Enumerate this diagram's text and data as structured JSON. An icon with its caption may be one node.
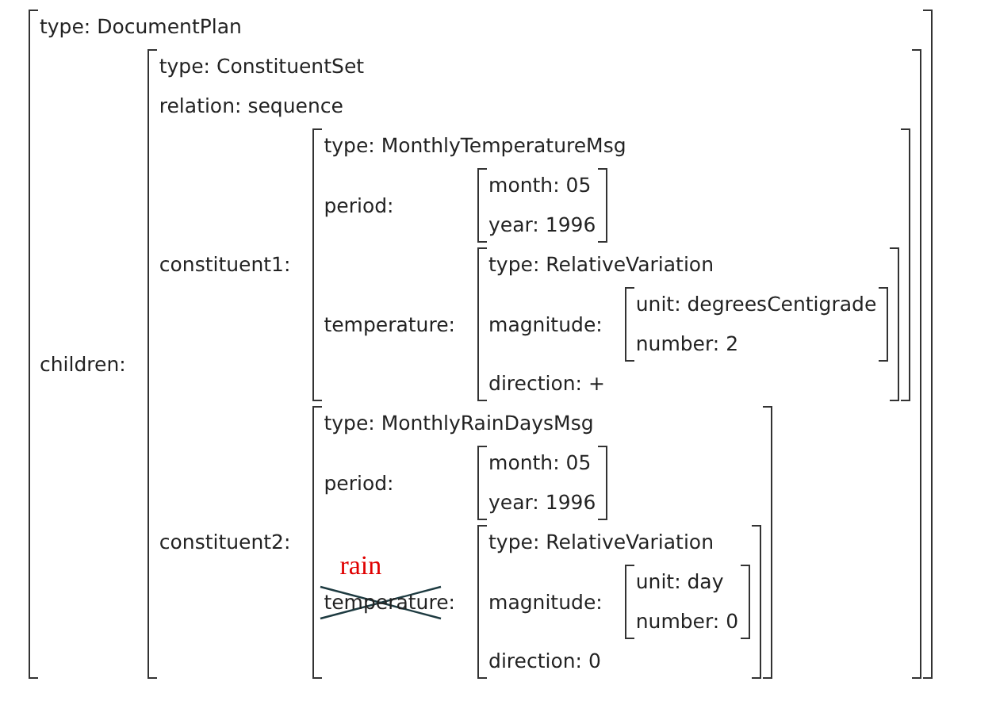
{
  "diagram": {
    "nodes": [
      {
        "text": [
          "type: DocumentPlan",
          "children:"
        ]
      },
      {
        "text": [
          "type: ConstituentSet",
          "relation: sequence",
          "constituent1:",
          "constituent2:"
        ],
        "in": 0
      },
      {
        "text": [
          "type: MonthlyTemperatureMsg",
          "period:",
          "temperature:"
        ],
        "in": 1
      },
      {
        "text": [
          "month: 05",
          "year: 1996"
        ],
        "in": 2
      },
      {
        "text": [
          "type: RelativeVariation",
          "magnitude:",
          "direction: +"
        ],
        "in": 2
      },
      {
        "text": [
          "unit: degreesCentigrade",
          "number: 2"
        ],
        "in": 4
      },
      {
        "text": [
          "type: MonthlyRainDaysMsg",
          "period:",
          "temperature:"
        ],
        "in": 1
      },
      {
        "text": [
          "month: 05",
          "year: 1996"
        ],
        "in": 6
      },
      {
        "text": [
          "type: RelativeVariation",
          "magnitude:",
          "direction: 0"
        ],
        "in": 6
      },
      {
        "text": [
          "unit: day",
          "number: 0"
        ],
        "in": 8
      }
    ],
    "labels": [
      "rain"
    ]
  }
}
